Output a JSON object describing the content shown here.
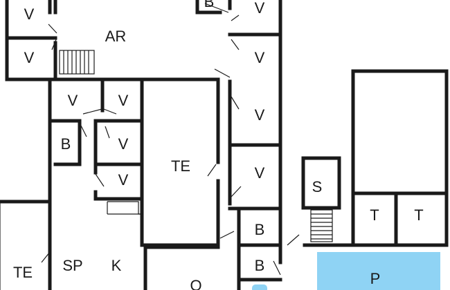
{
  "rooms": {
    "ar": "AR",
    "v": "V",
    "b": "B",
    "te": "TE",
    "sp": "SP",
    "k": "K",
    "s": "S",
    "t": "T",
    "p": "P",
    "o": "O"
  },
  "colors": {
    "wall": "#1a1a1a",
    "pool": "#8fd3f4",
    "background": "#ffffff"
  }
}
